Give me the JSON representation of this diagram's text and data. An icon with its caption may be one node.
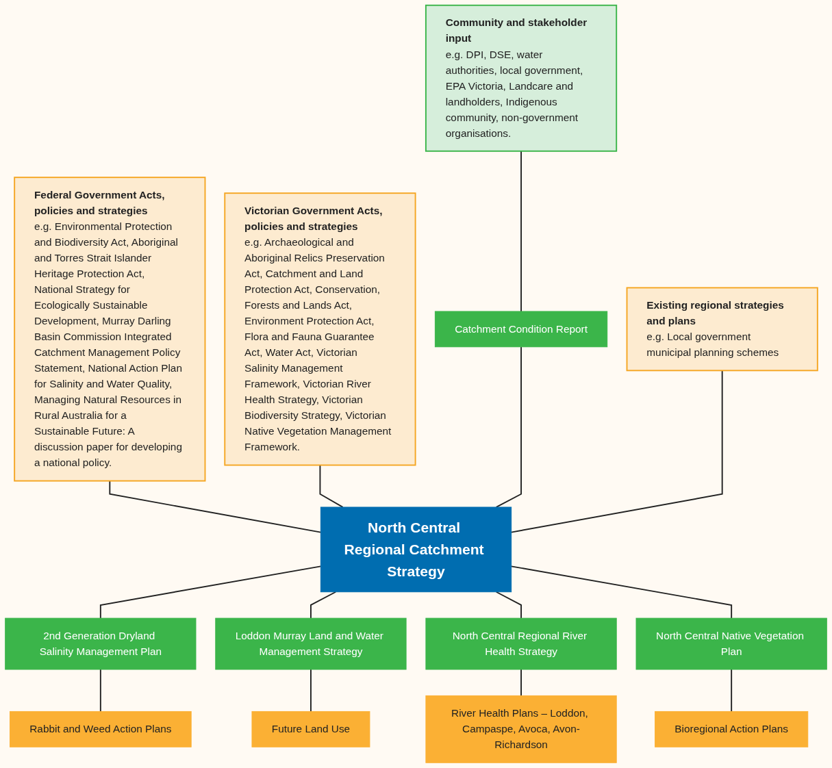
{
  "diagram": {
    "nodes": [
      {
        "text": [
          "Federal Government Acts, policies and strategies",
          "e.g. Environmental Protection and Biodiversity Act, Aboriginal and Torres Strait Islander Heritage Protection Act, National Strategy for Ecologically Sustainable Development, Murray Darling Basin Commission Integrated Catchment Management Policy Statement, National Action Plan for Salinity and Water Quality, Managing Natural Resources in Rural Australia for a Sustainable Future: A discussion paper for developing a national policy."
        ]
      },
      {
        "text": [
          "Victorian Government Acts, policies and strategies",
          "e.g. Archaeological and Aboriginal Relics Preservation Act, Catchment and Land Protection Act, Conservation, Forests and Lands Act, Environment Protection Act, Flora and Fauna Guarantee Act, Water Act, Victorian Salinity Management Framework, Victorian River Health Strategy, Victorian Biodiversity Strategy, Victorian Native Vegetation Management Framework."
        ]
      },
      {
        "text": [
          "Community and stakeholder input",
          "e.g. DPI, DSE, water authorities, local government, EPA Victoria, Landcare and landholders, Indigenous community, non-government organisations."
        ]
      },
      {
        "text": [
          "Catchment Condition Report"
        ]
      },
      {
        "text": [
          "Existing regional strategies and plans",
          "e.g. Local government municipal planning schemes"
        ]
      },
      {
        "text": [
          "North Central Regional Catchment Strategy"
        ]
      },
      {
        "text": [
          "2nd Generation Dryland Salinity Management Plan"
        ]
      },
      {
        "text": [
          "Loddon Murray Land and Water Management Strategy"
        ]
      },
      {
        "text": [
          "North Central Regional River Health Strategy"
        ]
      },
      {
        "text": [
          "North Central Native Vegetation Plan"
        ]
      },
      {
        "text": [
          "Rabbit and Weed Action Plans"
        ]
      },
      {
        "text": [
          "Future Land Use"
        ]
      },
      {
        "text": [
          "River Health Plans – Loddon, Campaspe, Avoca, Avon-Richardson"
        ]
      },
      {
        "text": [
          "Bioregional Action Plans"
        ]
      }
    ],
    "edges": [
      {
        "from": 0,
        "to": 5,
        "arrow": "none"
      },
      {
        "from": 1,
        "to": 5,
        "arrow": "none"
      },
      {
        "from": 2,
        "to": 3,
        "arrow": "none"
      },
      {
        "from": 3,
        "to": 5,
        "arrow": "none"
      },
      {
        "from": 4,
        "to": 5,
        "arrow": "none"
      },
      {
        "from": 5,
        "to": 6,
        "arrow": "none"
      },
      {
        "from": 5,
        "to": 7,
        "arrow": "none"
      },
      {
        "from": 5,
        "to": 8,
        "arrow": "none"
      },
      {
        "from": 5,
        "to": 9,
        "arrow": "none"
      },
      {
        "from": 6,
        "to": 10,
        "arrow": "none"
      },
      {
        "from": 7,
        "to": 11,
        "arrow": "none"
      },
      {
        "from": 8,
        "to": 12,
        "arrow": "none"
      },
      {
        "from": 9,
        "to": 13,
        "arrow": "none"
      }
    ]
  }
}
